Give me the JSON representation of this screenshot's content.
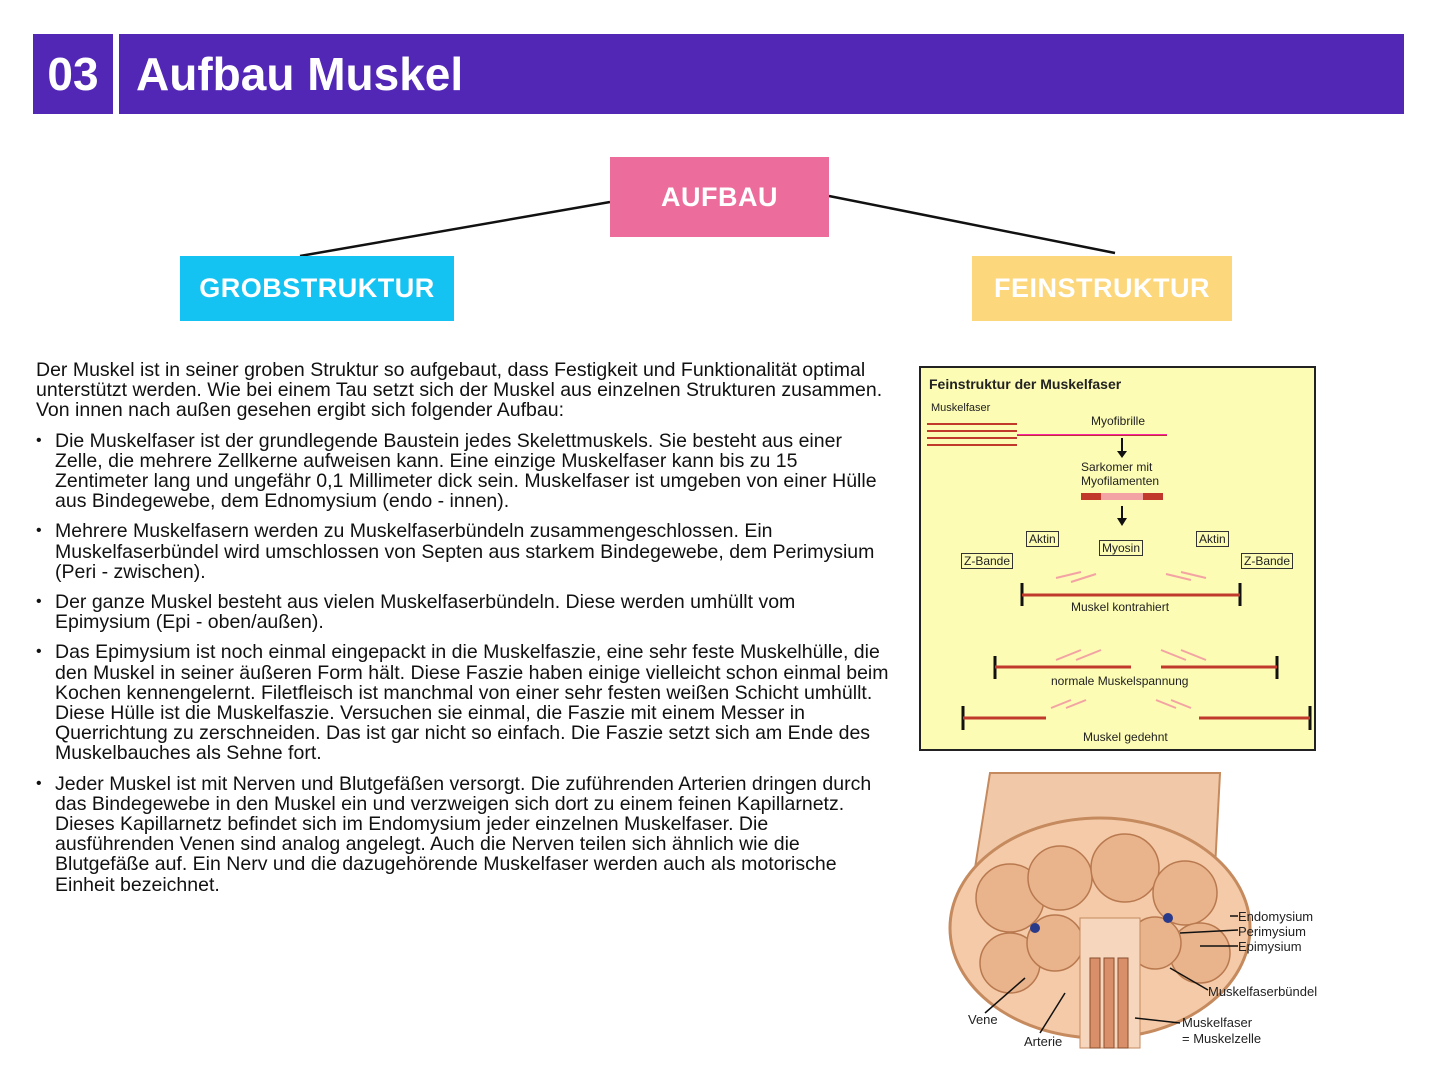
{
  "header": {
    "number": "03",
    "title": "Aufbau Muskel"
  },
  "boxes": {
    "aufbau": "AUFBAU",
    "grob": "GROBSTRUKTUR",
    "fein": "FEINSTRUKTUR"
  },
  "colors": {
    "header": "#5327b5",
    "aufbau": "#ec6d9c",
    "grob": "#15c3f2",
    "fein": "#fcd77b",
    "figure_bg": "#fcfcb4"
  },
  "intro": "Der Muskel ist in seiner groben Struktur so aufgebaut, dass Festigkeit und Funktionalität optimal unterstützt werden. Wie bei einem Tau setzt sich der Muskel aus einzelnen Strukturen zusammen. Von innen nach außen gesehen ergibt sich folgender Aufbau:",
  "bullets": [
    "Die Muskelfaser ist der grundlegende Baustein jedes Skelettmuskels. Sie besteht aus einer Zelle, die mehrere Zellkerne  aufweisen kann. Eine einzige Muskelfaser kann bis zu 15 Zentimeter lang und ungefähr 0,1 Millimeter dick sein. Muskelfaser ist umgeben von einer Hülle aus Bindegewebe, dem Ednomysium (endo - innen).",
    "Mehrere Muskelfasern werden zu Muskelfaserbündeln zusammengeschlossen. Ein Muskelfaserbündel wird umschlossen von Septen aus starkem Bindegewebe, dem Perimysium (Peri - zwischen).",
    "Der ganze Muskel besteht aus vielen Muskelfaserbündeln. Diese werden umhüllt vom Epimysium (Epi - oben/außen).",
    "Das Epimysium ist noch einmal eingepackt in die Muskelfaszie, eine sehr feste Muskelhülle, die den Muskel in seiner äußeren Form hält. Diese Faszie haben einige vielleicht schon einmal beim Kochen kennengelernt. Filetfleisch ist manchmal von einer sehr festen weißen Schicht umhüllt. Diese Hülle ist die Muskelfaszie. Versuchen sie einmal, die Faszie mit einem Messer in Querrichtung zu zerschneiden. Das ist gar nicht so einfach. Die Faszie setzt sich am Ende des Muskelbauches als Sehne fort.",
    "Jeder Muskel ist mit Nerven und Blutgefäßen versorgt. Die zuführenden Arterien dringen durch das Bindegewebe in den Muskel ein und verzweigen sich dort zu einem feinen Kapillarnetz. Dieses Kapillarnetz befindet sich im Endomysium jeder einzelnen Muskelfaser. Die ausführenden Venen sind analog angelegt. Auch die Nerven teilen sich ähnlich wie die Blutgefäße auf. Ein Nerv und die dazugehörende Muskelfaser werden auch als motorische Einheit bezeichnet."
  ],
  "figure1": {
    "title": "Feinstruktur der Muskelfaser",
    "muskelfaser": "Muskelfaser",
    "myofibrille": "Myofibrille",
    "sarkomer_1": "Sarkomer mit",
    "sarkomer_2": "Myofilamenten",
    "aktin_left": "Aktin",
    "myosin": "Myosin",
    "aktin_right": "Aktin",
    "zbande_left": "Z-Bande",
    "zbande_right": "Z-Bande",
    "kontrahiert": "Muskel kontrahiert",
    "normal": "normale Muskelspannung",
    "gedehnt": "Muskel gedehnt"
  },
  "figure2": {
    "endomysium": "Endomysium",
    "perimysium": "Perimysium",
    "epimysium": "Epimysium",
    "buendel": "Muskelfaserbündel",
    "faser_1": "Muskelfaser",
    "faser_2": "= Muskelzelle",
    "vene": "Vene",
    "arterie": "Arterie"
  }
}
